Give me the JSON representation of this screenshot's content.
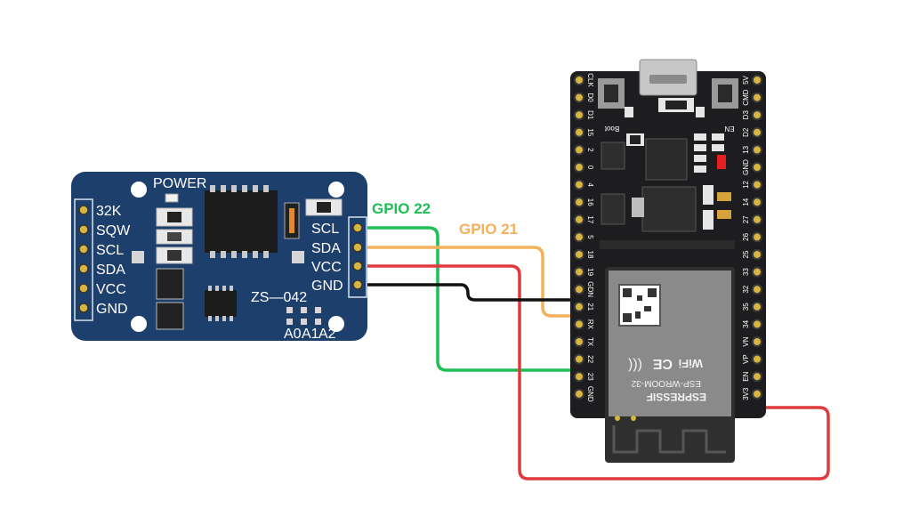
{
  "colors": {
    "rtc_board": "#1d3f6b",
    "esp_board": "#1d1d1f",
    "wire_scl": "#1fbe56",
    "wire_sda": "#f4b05a",
    "wire_vcc": "#e03a3c",
    "wire_gnd": "#111111",
    "led": "#e41f1f"
  },
  "rtc_module": {
    "power_label": "POWER",
    "left_pins": [
      "32K",
      "SQW",
      "SCL",
      "SDA",
      "VCC",
      "GND"
    ],
    "right_pins": [
      "SCL",
      "SDA",
      "VCC",
      "GND"
    ],
    "model": "ZS—042",
    "address_pins": [
      "A0",
      "A1",
      "A2"
    ]
  },
  "wires": {
    "scl_label": "GPIO 22",
    "sda_label": "GPIO 21"
  },
  "esp32": {
    "left_pins": [
      "CLK",
      "D0",
      "D1",
      "15",
      "2",
      "0",
      "4",
      "16",
      "17",
      "5",
      "18",
      "19",
      "GDN",
      "21",
      "RX",
      "TX",
      "22",
      "23",
      "GND"
    ],
    "right_pins": [
      "5V",
      "CMD",
      "D3",
      "D2",
      "13",
      "GND",
      "12",
      "14",
      "27",
      "26",
      "25",
      "33",
      "32",
      "35",
      "34",
      "VN",
      "VP",
      "EN",
      "3V3"
    ],
    "boot_label": "Boot",
    "en_label": "EN",
    "module_brand": "ESPRESSIF",
    "module_model": "ESP-WROOM-32",
    "wifi_label": "WiFi",
    "ce_label": "CE"
  }
}
